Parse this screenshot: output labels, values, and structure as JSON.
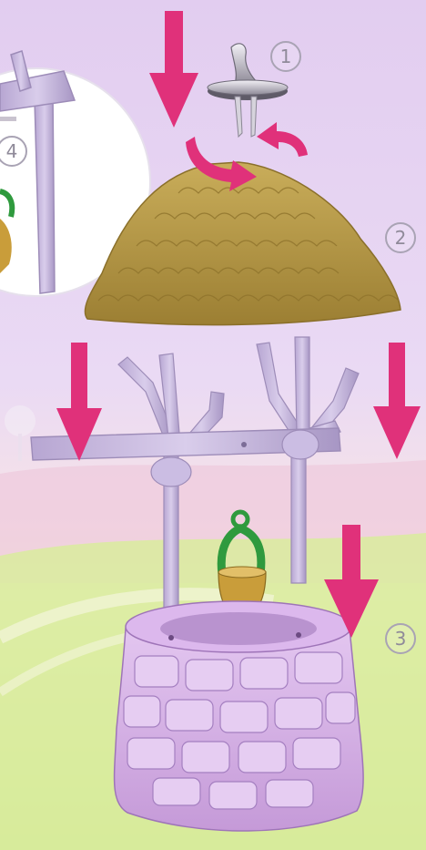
{
  "steps": {
    "step_1": "1",
    "step_2": "2",
    "step_3": "3",
    "step_4": "4"
  },
  "colors": {
    "arrow": "#e0317a",
    "roof": "#b69a46",
    "frame": "#c9b8e2",
    "well_stone": "#d9b7ea",
    "bucket": "#c99d3a",
    "bucket_handle": "#2f9a3e",
    "sky_top": "#e7d6f3",
    "grass": "#d3ea8d"
  },
  "icons": [
    "arrow-down-icon",
    "rotate-arrow-icon"
  ]
}
